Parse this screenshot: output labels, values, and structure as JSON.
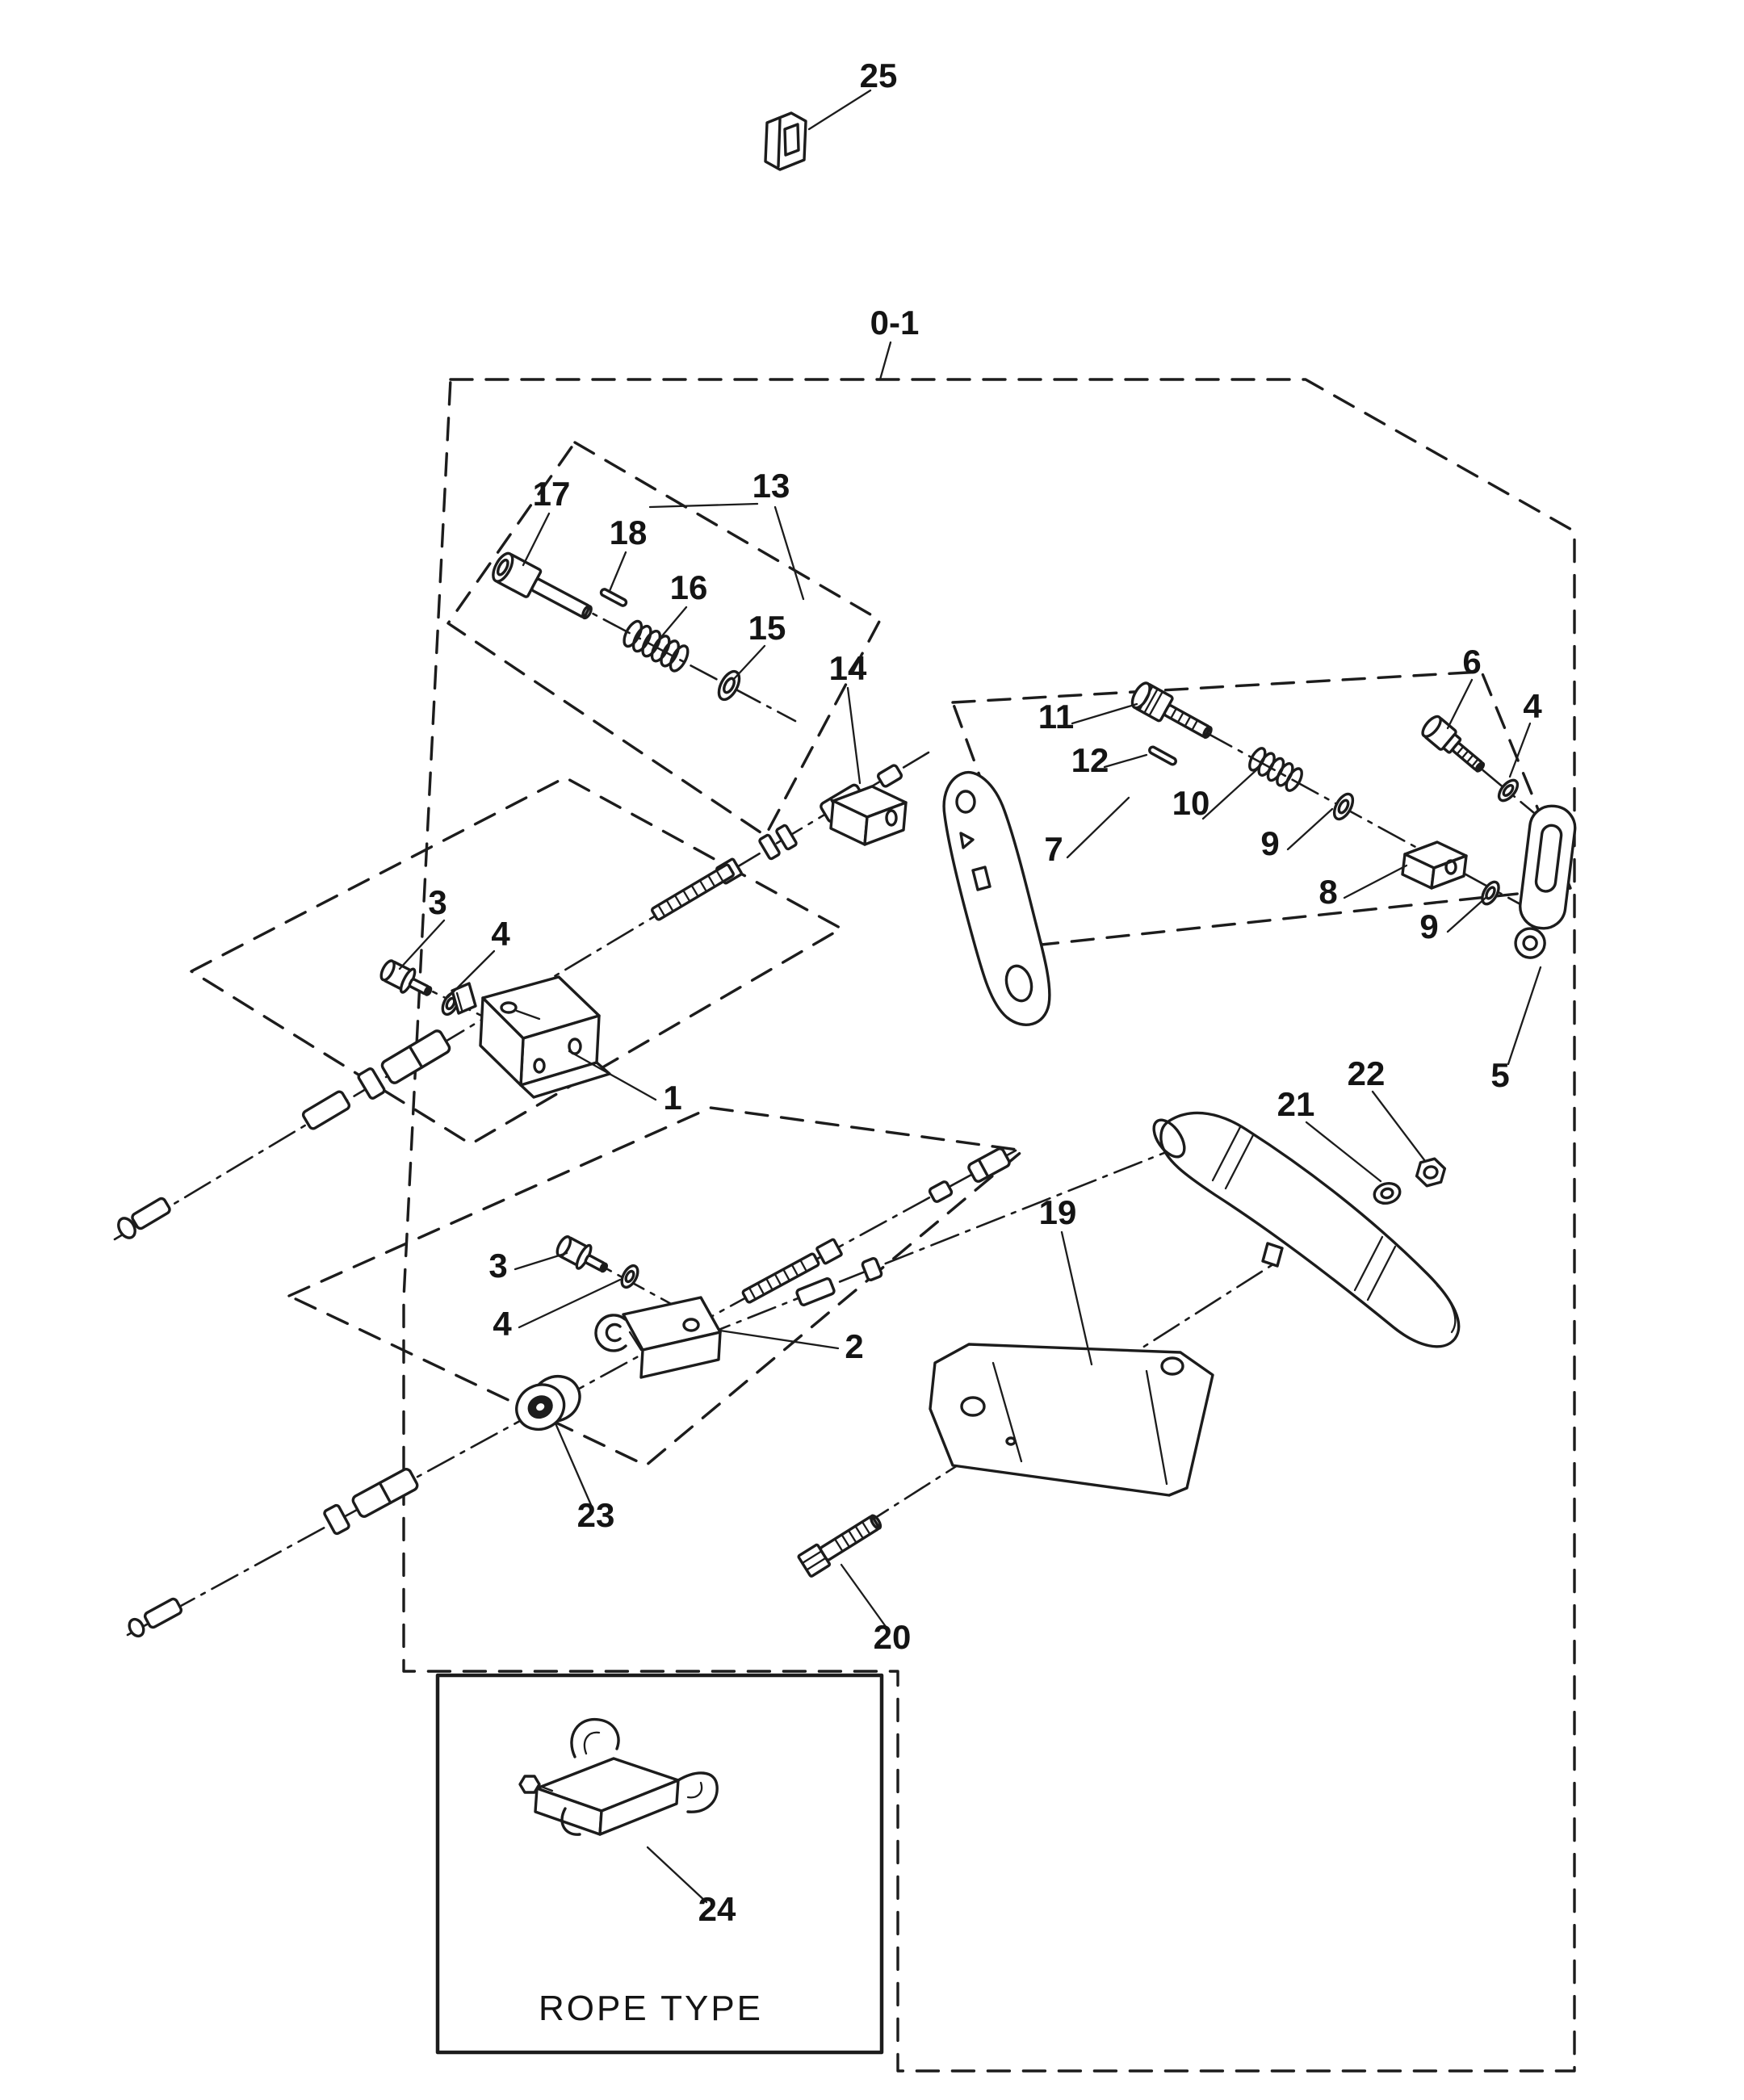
{
  "page": {
    "background_color": "#ffffff",
    "line_color": "#1c1c1c"
  },
  "diagram": {
    "kind": "exploded-parts-diagram",
    "rope_type_caption": "ROPE TYPE",
    "callouts": [
      {
        "label": "25"
      },
      {
        "label": "0-1"
      },
      {
        "label": "17"
      },
      {
        "label": "18"
      },
      {
        "label": "13"
      },
      {
        "label": "16"
      },
      {
        "label": "15"
      },
      {
        "label": "14"
      },
      {
        "label": "11"
      },
      {
        "label": "12"
      },
      {
        "label": "6"
      },
      {
        "label": "4"
      },
      {
        "label": "10"
      },
      {
        "label": "7"
      },
      {
        "label": "9"
      },
      {
        "label": "8"
      },
      {
        "label": "9"
      },
      {
        "label": "5"
      },
      {
        "label": "3"
      },
      {
        "label": "4"
      },
      {
        "label": "1"
      },
      {
        "label": "22"
      },
      {
        "label": "21"
      },
      {
        "label": "19"
      },
      {
        "label": "3"
      },
      {
        "label": "4"
      },
      {
        "label": "2"
      },
      {
        "label": "23"
      },
      {
        "label": "20"
      },
      {
        "label": "24"
      }
    ]
  }
}
